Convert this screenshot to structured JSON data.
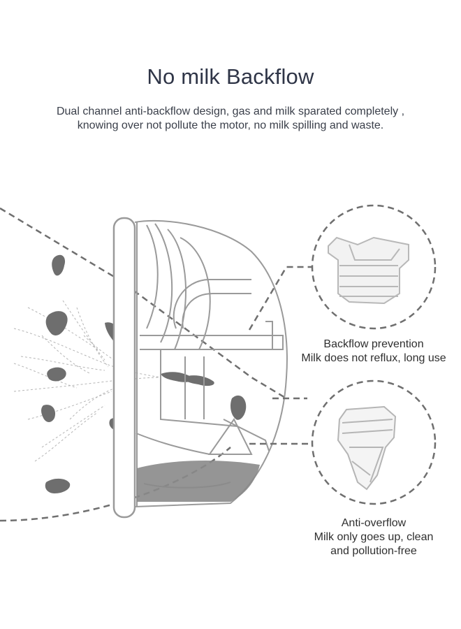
{
  "header": {
    "title": "No milk Backflow",
    "subtitle_line1": "Dual channel anti-backflow design, gas and milk sparated completely ,",
    "subtitle_line2": "knowing over not pollute the motor, no milk spilling and waste."
  },
  "callouts": [
    {
      "title": "Backflow prevention",
      "desc_line1": "Milk does not reflux, long use",
      "icon": "backflow-valve-icon"
    },
    {
      "title": "Anti-overflow",
      "desc_line1": "Milk only goes up, clean",
      "desc_line2": "and pollution-free",
      "icon": "duckbill-valve-icon"
    }
  ],
  "colors": {
    "title": "#2f3547",
    "text": "#3a3f4a",
    "dash": "#6f6f6f",
    "milk": "#8a8a8a",
    "outline": "#9a9a9a"
  }
}
